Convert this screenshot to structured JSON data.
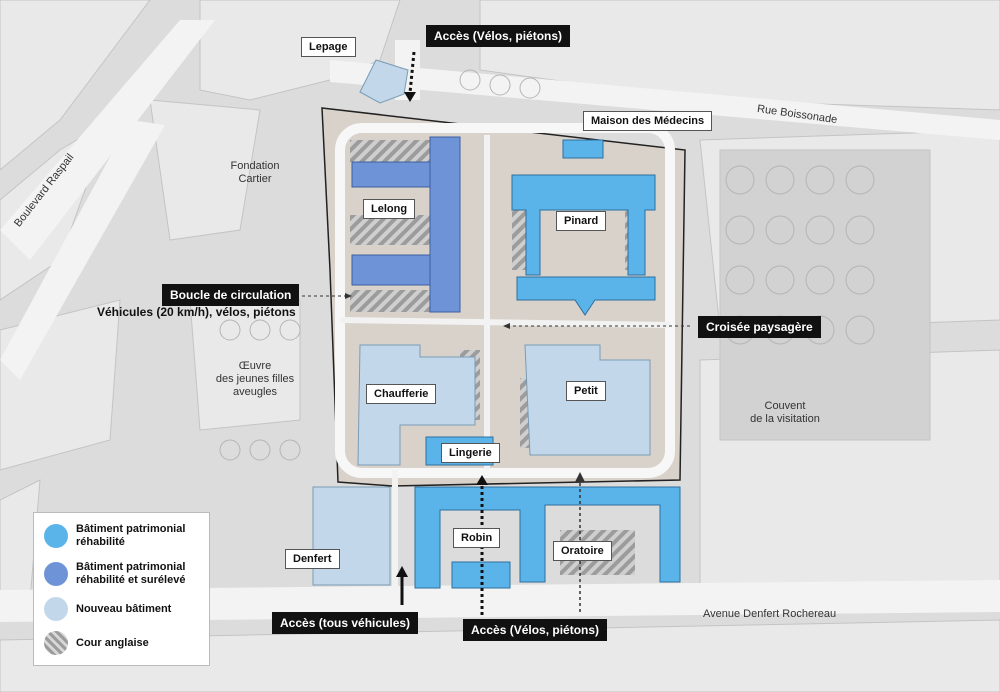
{
  "colors": {
    "rehab": "#5ab4ea",
    "rehab_raised": "#6e93d6",
    "new": "#c2d8ea",
    "courtyard": "#a9a9a9"
  },
  "buildings": {
    "lepage": "Lepage",
    "maison": "Maison des Médecins",
    "lelong": "Lelong",
    "pinard": "Pinard",
    "chaufferie": "Chaufferie",
    "petit": "Petit",
    "lingerie": "Lingerie",
    "robin": "Robin",
    "oratoire": "Oratoire",
    "denfert": "Denfert"
  },
  "streets": {
    "boissonade": "Rue Boissonade",
    "raspail": "Boulevard Raspail",
    "denfert": "Avenue Denfert Rochereau"
  },
  "places": {
    "cartier_1": "Fondation",
    "cartier_2": "Cartier",
    "oeuvre_1": "Œuvre",
    "oeuvre_2": "des jeunes filles",
    "oeuvre_3": "aveugles",
    "couvent_1": "Couvent",
    "couvent_2": "de la visitation"
  },
  "annotations": {
    "acces_top": "Accès (Vélos, piétons)",
    "boucle": "Boucle de circulation",
    "boucle_sub": "Véhicules (20 km/h), vélos, piétons",
    "croisee": "Croisée paysagère",
    "acces_vehicules": "Accès (tous véhicules)",
    "acces_bottom": "Accès (Vélos, piétons)"
  },
  "legend": {
    "rehab_1": "Bâtiment patrimonial",
    "rehab_2": "réhabilité",
    "raised_1": "Bâtiment patrimonial",
    "raised_2": "réhabilité et surélevé",
    "new": "Nouveau bâtiment",
    "courtyard": "Cour anglaise"
  }
}
